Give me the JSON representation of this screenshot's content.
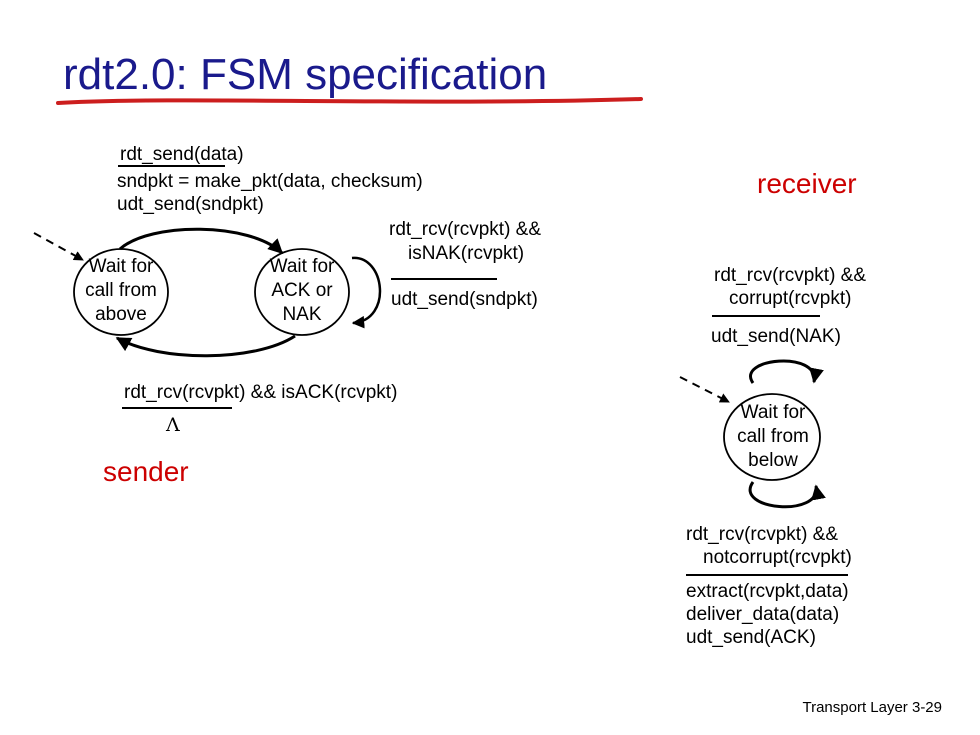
{
  "slide": {
    "title": "rdt2.0: FSM specification",
    "footer": "Transport Layer 3-29"
  },
  "sender": {
    "role_label": "sender",
    "states": {
      "wait_above": [
        "Wait for",
        "call from",
        "above"
      ],
      "wait_ack": [
        "Wait for",
        "ACK or",
        "NAK"
      ]
    },
    "t_send": {
      "event": "rdt_send(data)",
      "actions": [
        "sndpkt = make_pkt(data, checksum)",
        "udt_send(sndpkt)"
      ]
    },
    "t_nak": {
      "event": [
        "rdt_rcv(rcvpkt) &&",
        "isNAK(rcvpkt)"
      ],
      "actions": [
        "udt_send(sndpkt)"
      ]
    },
    "t_ack": {
      "event": "rdt_rcv(rcvpkt) && isACK(rcvpkt)",
      "action": "Λ"
    }
  },
  "receiver": {
    "role_label": "receiver",
    "state": [
      "Wait for",
      "call from",
      "below"
    ],
    "t_corrupt": {
      "event": [
        "rdt_rcv(rcvpkt) &&",
        "corrupt(rcvpkt)"
      ],
      "actions": [
        "udt_send(NAK)"
      ]
    },
    "t_notcorrupt": {
      "event": [
        "rdt_rcv(rcvpkt) &&",
        "notcorrupt(rcvpkt)"
      ],
      "actions": [
        "extract(rcvpkt,data)",
        "deliver_data(data)",
        "udt_send(ACK)"
      ]
    }
  },
  "colors": {
    "title": "#1a1a8c",
    "underline": "#cc1e1e",
    "role": "#cc0000",
    "ink": "#000000"
  }
}
